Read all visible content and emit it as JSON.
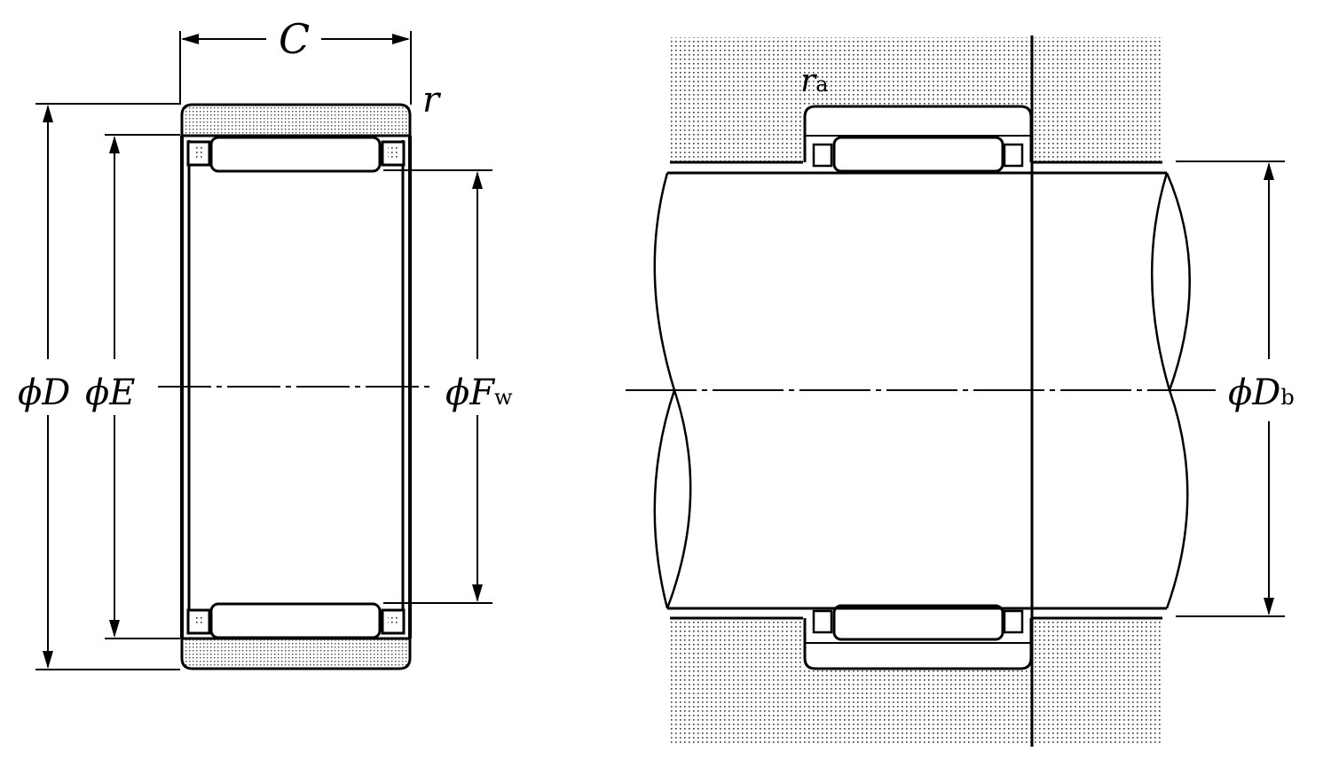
{
  "diagram": {
    "subject": "Needle roller bearing with dimensions and mounting",
    "views": [
      {
        "id": "bearing-section",
        "description": "Cross-section of drawn-cup needle roller bearing"
      },
      {
        "id": "mounting-section",
        "description": "Bearing mounted on shaft in housing"
      }
    ]
  },
  "labels": {
    "C": {
      "main": "C",
      "sub": ""
    },
    "r": {
      "main": "r",
      "sub": ""
    },
    "D": {
      "phi": "ϕ",
      "main": "D",
      "sub": ""
    },
    "E": {
      "phi": "ϕ",
      "main": "E",
      "sub": ""
    },
    "Fw": {
      "phi": "ϕ",
      "main": "F",
      "sub": "w"
    },
    "ra": {
      "main": "r",
      "sub": "a"
    },
    "Db": {
      "phi": "ϕ",
      "main": "D",
      "sub": "b"
    }
  },
  "colors": {
    "line": "#000000",
    "background": "#ffffff",
    "hatch": "#555555"
  }
}
